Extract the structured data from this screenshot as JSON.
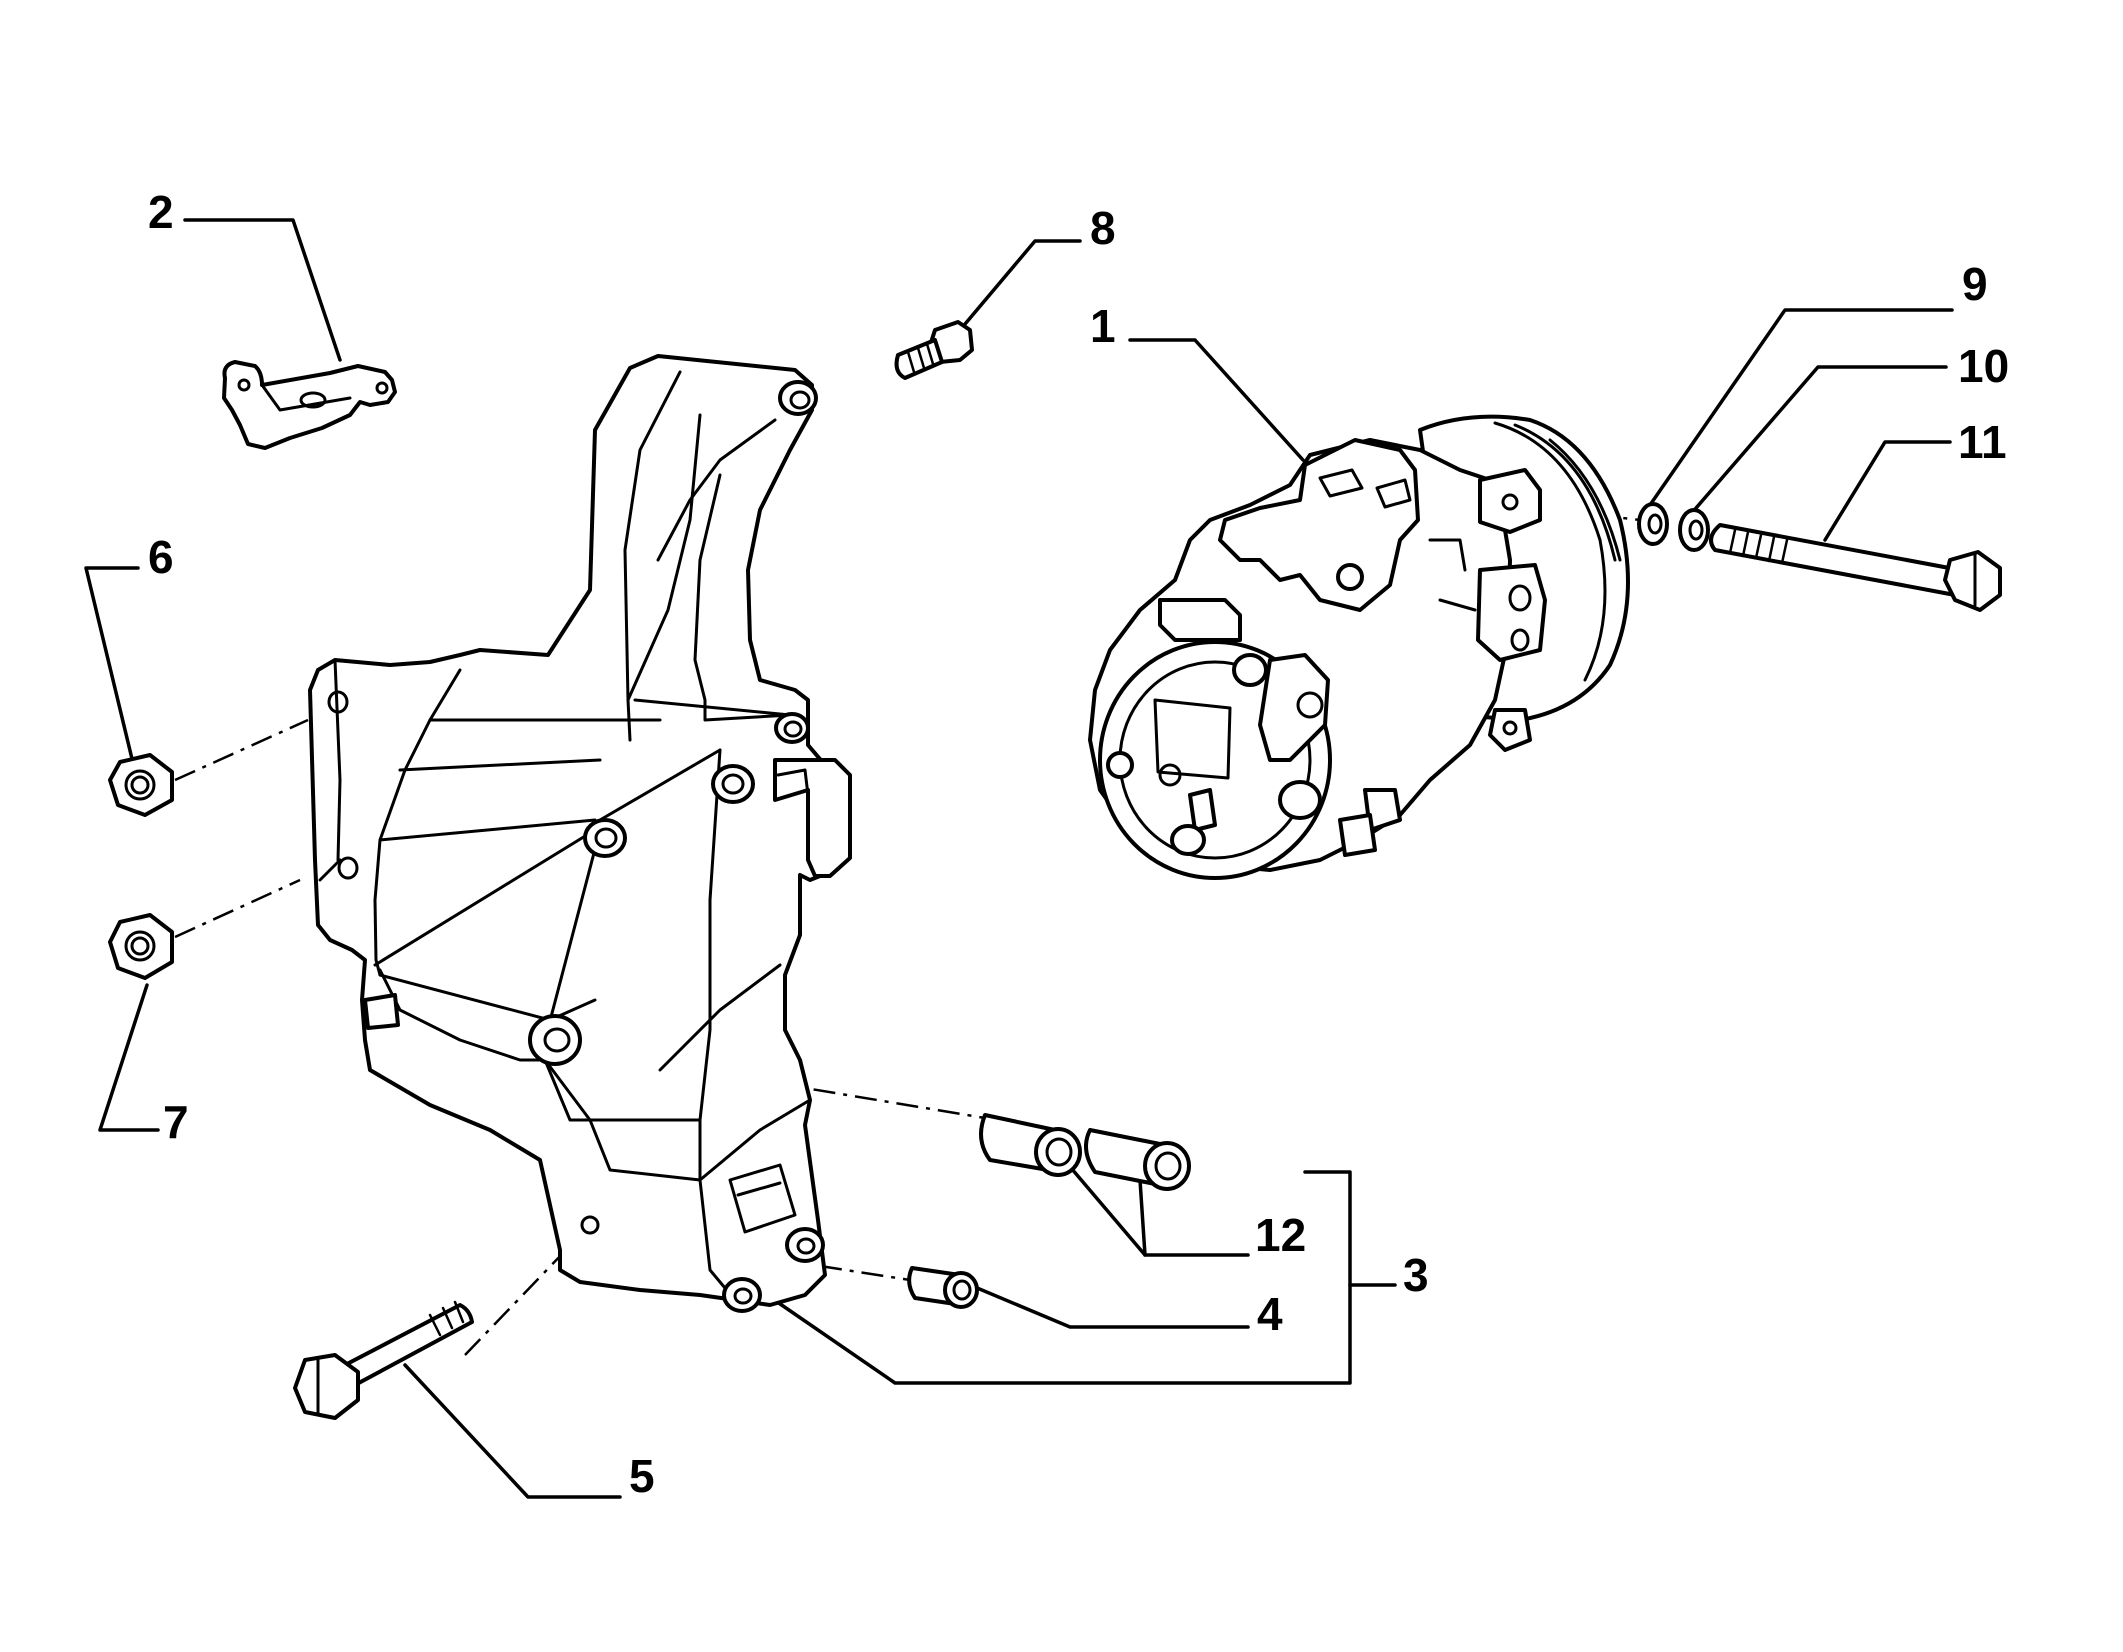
{
  "diagram": {
    "callouts": [
      {
        "id": "1",
        "text": "1"
      },
      {
        "id": "2",
        "text": "2"
      },
      {
        "id": "3",
        "text": "3"
      },
      {
        "id": "4",
        "text": "4"
      },
      {
        "id": "5",
        "text": "5"
      },
      {
        "id": "6",
        "text": "6"
      },
      {
        "id": "7",
        "text": "7"
      },
      {
        "id": "8",
        "text": "8"
      },
      {
        "id": "9",
        "text": "9"
      },
      {
        "id": "10",
        "text": "10"
      },
      {
        "id": "11",
        "text": "11"
      },
      {
        "id": "12",
        "text": "12"
      }
    ]
  },
  "colors": {
    "line": "#000000",
    "background": "#ffffff"
  }
}
